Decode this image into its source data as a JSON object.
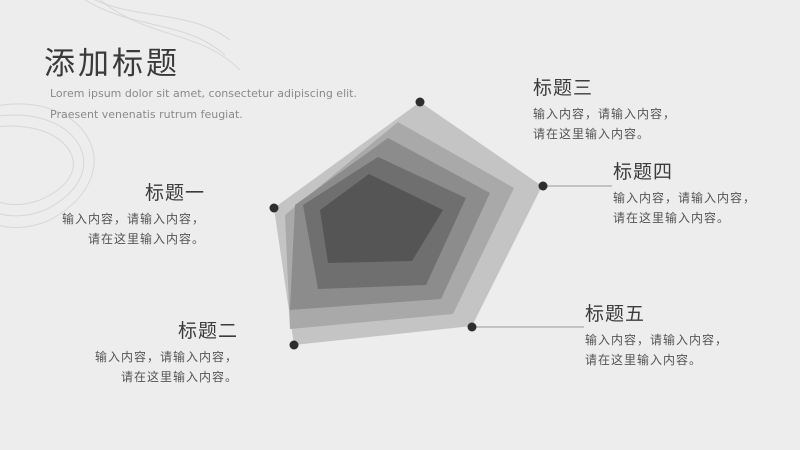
{
  "slide": {
    "title": "添加标题",
    "subtitle": "Lorem  ipsum dolor sit amet, consectetur adipiscing elit. Praesent  venenatis rutrum feugiat."
  },
  "items": [
    {
      "title": "标题一",
      "body_line1": "输入内容，请输入内容，",
      "body_line2": "请在这里输入内容。"
    },
    {
      "title": "标题二",
      "body_line1": "输入内容，请输入内容，",
      "body_line2": "请在这里输入内容。"
    },
    {
      "title": "标题三",
      "body_line1": "输入内容，请输入内容，",
      "body_line2": "请在这里输入内容。"
    },
    {
      "title": "标题四",
      "body_line1": "输入内容，请输入内容，",
      "body_line2": "请在这里输入内容。"
    },
    {
      "title": "标题五",
      "body_line1": "输入内容，请输入内容，",
      "body_line2": "请在这里输入内容。"
    }
  ],
  "colors": {
    "background": "#ededed",
    "layers": [
      "#c4c4c4",
      "#a9a9a9",
      "#8c8c8c",
      "#6f6f6f",
      "#555555"
    ],
    "dot": "#2e2e2e",
    "line": "#999999"
  }
}
